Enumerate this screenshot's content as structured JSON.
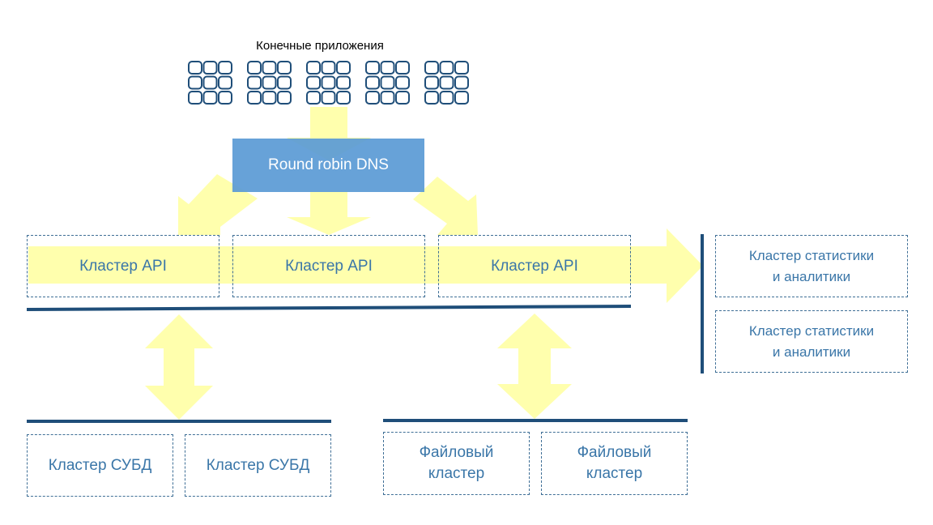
{
  "clients": {
    "label": "Конечные приложения",
    "group_count": 5
  },
  "dns": {
    "label": "Round robin DNS"
  },
  "api_clusters": [
    "Кластер API",
    "Кластер API",
    "Кластер API"
  ],
  "analytics_clusters": [
    [
      "Кластер статистики",
      "и аналитики"
    ],
    [
      "Кластер статистики",
      "и аналитики"
    ]
  ],
  "db_clusters": [
    "Кластер СУБД",
    "Кластер СУБД"
  ],
  "file_clusters": [
    [
      "Файловый",
      "кластер"
    ],
    [
      "Файловый",
      "кластер"
    ]
  ],
  "colors": {
    "arrow": "#ffff99",
    "dns_fill": "#5b9bd5",
    "bus_line": "#1f4e79",
    "box_border": "#3f6f96",
    "box_text": "#3a76a8",
    "icon_stroke": "#1f4e79"
  }
}
